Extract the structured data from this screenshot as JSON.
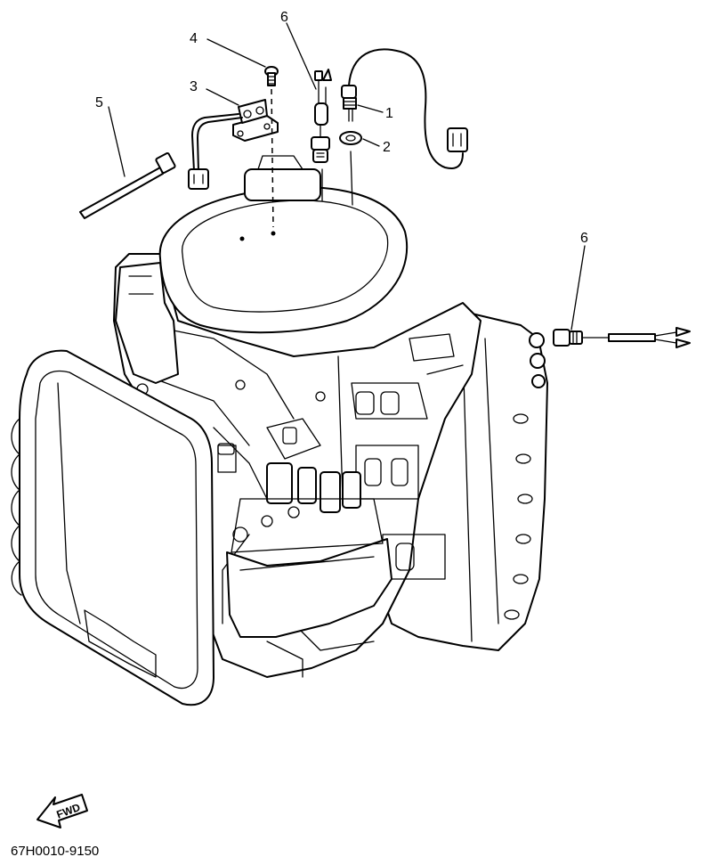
{
  "callouts": [
    {
      "id": "1",
      "label": "1"
    },
    {
      "id": "2",
      "label": "2"
    },
    {
      "id": "3",
      "label": "3"
    },
    {
      "id": "4",
      "label": "4"
    },
    {
      "id": "5",
      "label": "5"
    },
    {
      "id": "6a",
      "label": "6"
    },
    {
      "id": "6b",
      "label": "6"
    }
  ],
  "direction_arrow": {
    "label": "FWD",
    "icon": "fwd-arrow-icon"
  },
  "drawing_code": "67H0010-9150",
  "colors": {
    "line": "#000000",
    "background": "#ffffff"
  }
}
